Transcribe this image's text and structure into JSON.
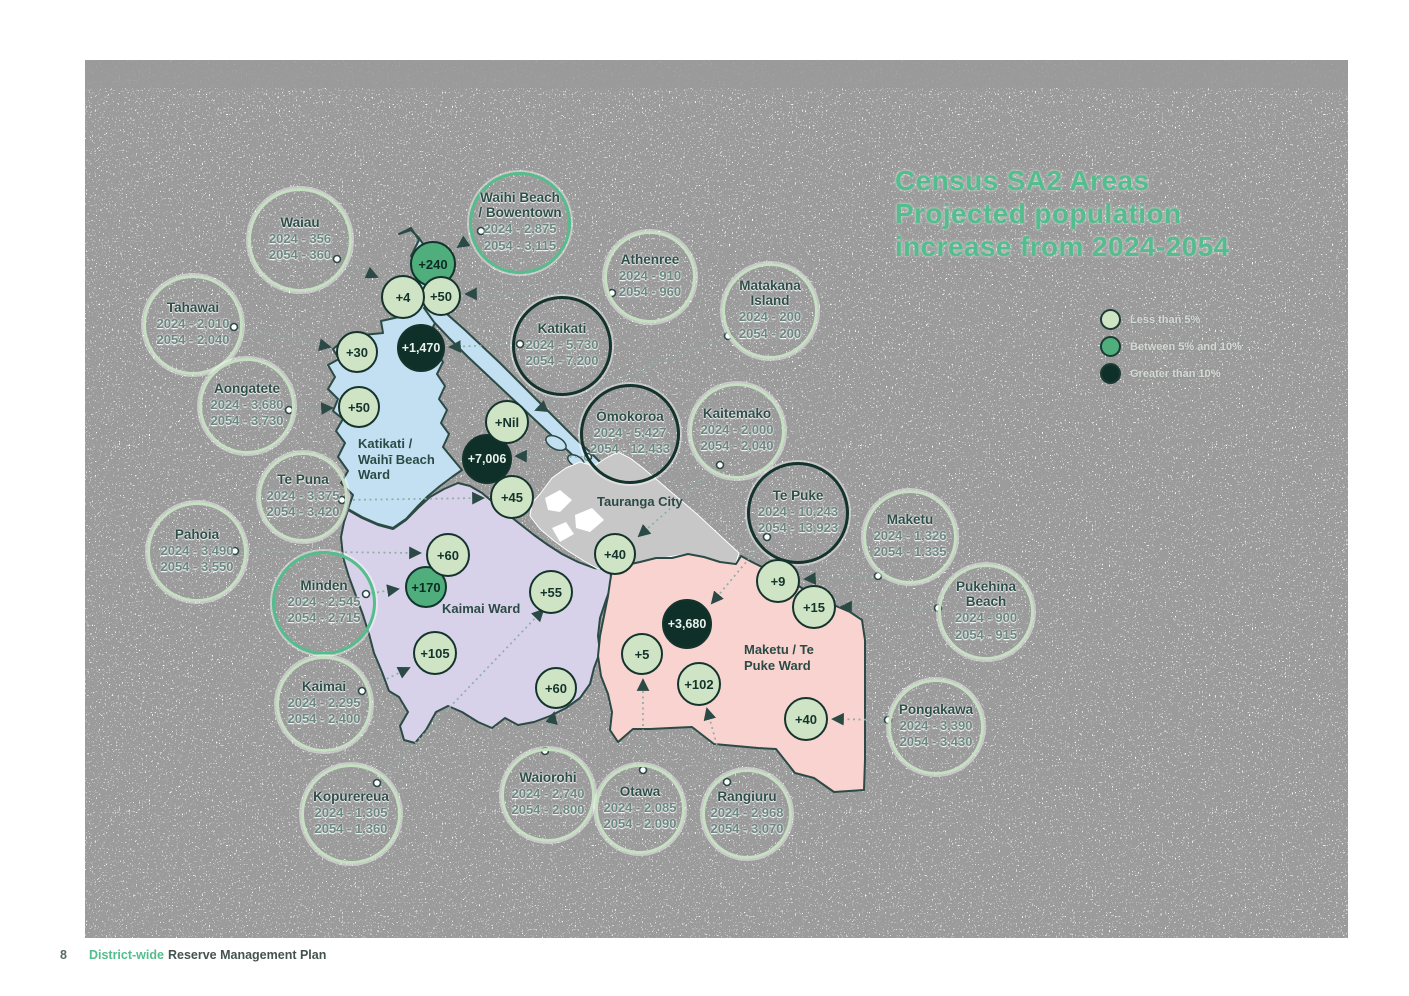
{
  "title": {
    "line1": "Census SA2 Areas",
    "line2": "Projected population",
    "line3": "increase from 2024-2054"
  },
  "legend": {
    "items": [
      {
        "label": "Less than 5%",
        "category": "light",
        "color": "#cfe4c4"
      },
      {
        "label": "Between 5% and 10%",
        "category": "medium",
        "color": "#4fae7c"
      },
      {
        "label": "Greater than 10%",
        "category": "dark",
        "color": "#0f3029"
      }
    ]
  },
  "wards": {
    "katikati_waihi": "Katikati / Waihī Beach Ward",
    "kaimai": "Kaimai Ward",
    "tauranga": "Tauranga City",
    "maketu_te_puke": "Maketu / Te Puke Ward"
  },
  "areas": [
    {
      "name": "Waiau",
      "v2024": "2024 - 356",
      "v2054": "2054 - 360",
      "value": "+4",
      "category": "light"
    },
    {
      "name": "Waihi Beach / Bowentown",
      "v2024": "2024 - 2,875",
      "v2054": "2054 - 3,115",
      "value": "+240",
      "category": "medium"
    },
    {
      "name": "Athenree",
      "v2024": "2024 - 910",
      "v2054": "2054 - 960",
      "value": "+50",
      "category": "light"
    },
    {
      "name": "Matakana Island",
      "v2024": "2024 - 200",
      "v2054": "2054 - 200",
      "value": "+Nil",
      "category": "light"
    },
    {
      "name": "Tahawai",
      "v2024": "2024 - 2,010",
      "v2054": "2054 - 2,040",
      "value": "+30",
      "category": "light"
    },
    {
      "name": "Aongatete",
      "v2024": "2024 - 3,680",
      "v2054": "2054 - 3,730",
      "value": "+50",
      "category": "light"
    },
    {
      "name": "Katikati",
      "v2024": "2024 - 5,730",
      "v2054": "2054 - 7,200",
      "value": "+1,470",
      "category": "dark"
    },
    {
      "name": "Ōmokoroa",
      "v2024": "2024 - 5,427",
      "v2054": "2054 - 12,433",
      "value": "+7,006",
      "category": "dark"
    },
    {
      "name": "Kaitemako",
      "v2024": "2024 - 2,000",
      "v2054": "2054 - 2,040",
      "value": "+40",
      "category": "light"
    },
    {
      "name": "Te Puna",
      "v2024": "2024 - 3,375",
      "v2054": "2054 - 3,420",
      "value": "+45",
      "category": "light"
    },
    {
      "name": "Pahoia",
      "v2024": "2024 - 3,490",
      "v2054": "2054 - 3,550",
      "value": "+60",
      "category": "light"
    },
    {
      "name": "Minden",
      "v2024": "2024 - 2,545",
      "v2054": "2054 - 2,715",
      "value": "+170",
      "category": "medium"
    },
    {
      "name": "Te Puke",
      "v2024": "2024 - 10,243",
      "v2054": "2054 - 13,923",
      "value": "+3,680",
      "category": "dark"
    },
    {
      "name": "Maketu",
      "v2024": "2024 - 1,326",
      "v2054": "2054 - 1,335",
      "value": "+9",
      "category": "light"
    },
    {
      "name": "Pukehina Beach",
      "v2024": "2024 - 900",
      "v2054": "2054 - 915",
      "value": "+15",
      "category": "light"
    },
    {
      "name": "Pongakawa",
      "v2024": "2024 - 3,390",
      "v2054": "2054 - 3,430",
      "value": "+40",
      "category": "light"
    },
    {
      "name": "Kaimai",
      "v2024": "2024 - 2,295",
      "v2054": "2054 - 2,400",
      "value": "+105",
      "category": "light"
    },
    {
      "name": "Kopurereua",
      "v2024": "2024 - 1,305",
      "v2054": "2054 - 1,360",
      "value": "+55",
      "category": "light"
    },
    {
      "name": "Waiorohi",
      "v2024": "2024 - 2,740",
      "v2054": "2054 - 2,800",
      "value": "+60",
      "category": "light"
    },
    {
      "name": "Otawa",
      "v2024": "2024 - 2,085",
      "v2054": "2054 - 2,090",
      "value": "+5",
      "category": "light"
    },
    {
      "name": "Rangiuru",
      "v2024": "2024 - 2,968",
      "v2054": "2054 - 3,070",
      "value": "+102",
      "category": "light"
    }
  ],
  "footer": {
    "page_number": "8",
    "highlight": "District-wide",
    "rest": "Reserve Management Plan"
  },
  "colors": {
    "accent_green": "#53bd8d",
    "light": "#cfe4c4",
    "medium": "#4fae7c",
    "dark": "#0f3029",
    "ward_blue": "#c2e0f2",
    "ward_purple": "#d7d2e9",
    "ward_pink": "#f8d3d0",
    "city_gray": "#c7c7c7"
  }
}
